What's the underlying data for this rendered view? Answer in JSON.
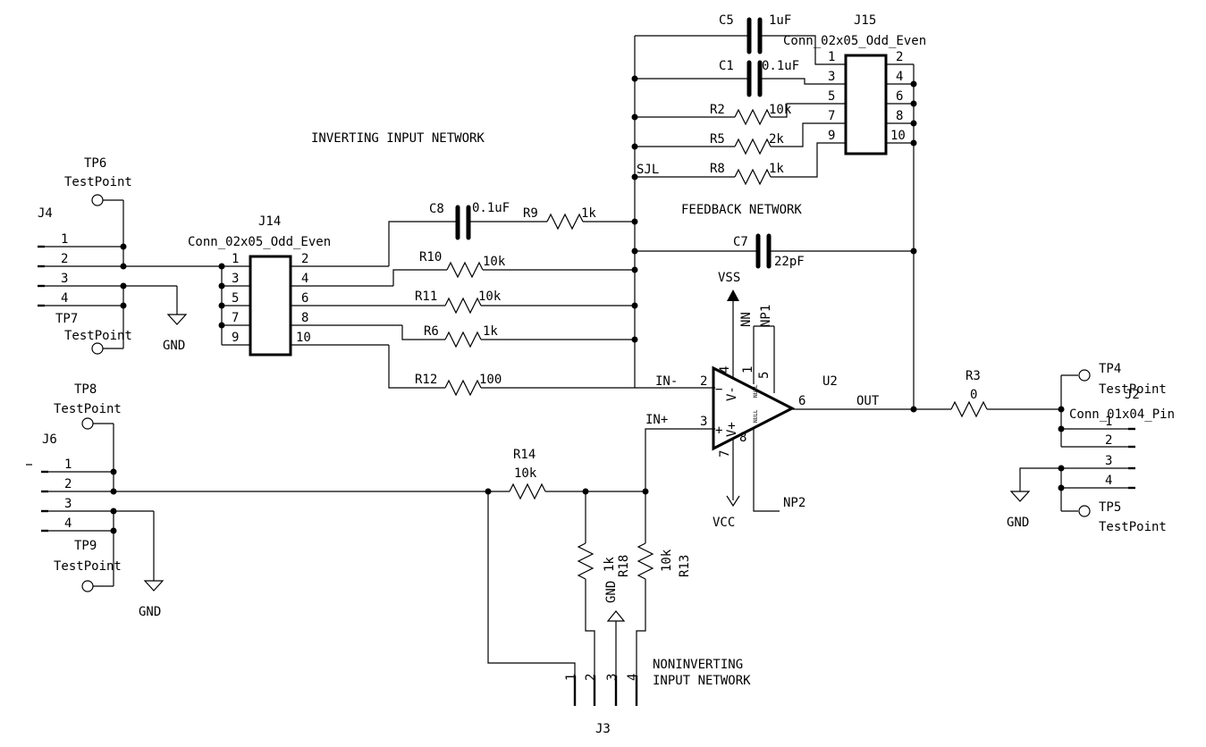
{
  "titles": {
    "inverting": "INVERTING INPUT NETWORK",
    "feedback": "FEEDBACK NETWORK",
    "noninv_1": "NONINVERTING",
    "noninv_2": "INPUT NETWORK"
  },
  "components": {
    "j4": "J4",
    "j6": "J6",
    "j14": "J14",
    "j14_val": "Conn_02x05_Odd_Even",
    "j15": "J15",
    "j15_val": "Conn_02x05_Odd_Even",
    "j2": "J2",
    "j2_val": "Conn_01x04_Pin",
    "j3": "J3",
    "u2": "U2",
    "tp4": "TP4",
    "tp5": "TP5",
    "tp6": "TP6",
    "tp7": "TP7",
    "tp8": "TP8",
    "tp9": "TP9",
    "testpoint": "TestPoint",
    "gnd": "GND",
    "vss": "VSS",
    "vcc": "VCC",
    "c1": "C1",
    "c1_val": "0.1uF",
    "c5": "C5",
    "c5_val": "1uF",
    "c7": "C7",
    "c7_val": "22pF",
    "c8": "C8",
    "c8_val": "0.1uF",
    "r2": "R2",
    "r2_val": "10k",
    "r3": "R3",
    "r3_val": "0",
    "r5": "R5",
    "r5_val": "2k",
    "r6": "R6",
    "r6_val": "1k",
    "r8": "R8",
    "r8_val": "1k",
    "r9": "R9",
    "r9_val": "1k",
    "r10": "R10",
    "r10_val": "10k",
    "r11": "R11",
    "r11_val": "10k",
    "r12": "R12",
    "r12_val": "100",
    "r13": "R13",
    "r13_val": "10k",
    "r14": "R14",
    "r14_val": "10k",
    "r18": "R18",
    "r18_val": "1k"
  },
  "nets": {
    "sjl": "SJL",
    "in_minus": "IN-",
    "in_plus": "IN+",
    "out": "OUT",
    "nn": "NN",
    "np1": "NP1",
    "np2": "NP2"
  },
  "opamp": {
    "v_minus": "V-",
    "v_plus": "V+",
    "minus_sign": "−",
    "plus_sign": "+",
    "pin_in_minus": "2",
    "pin_in_plus": "3",
    "pin_out": "6",
    "pin_vss": "4",
    "pin_nn": "1",
    "pin_np1": "5",
    "pin_vcc": "7",
    "pin_np2": "8",
    "null_label": "NULL"
  },
  "pins": {
    "p1": "1",
    "p2": "2",
    "p3": "3",
    "p4": "4",
    "p5": "5",
    "p6": "6",
    "p7": "7",
    "p8": "8",
    "p9": "9",
    "p10": "10"
  }
}
